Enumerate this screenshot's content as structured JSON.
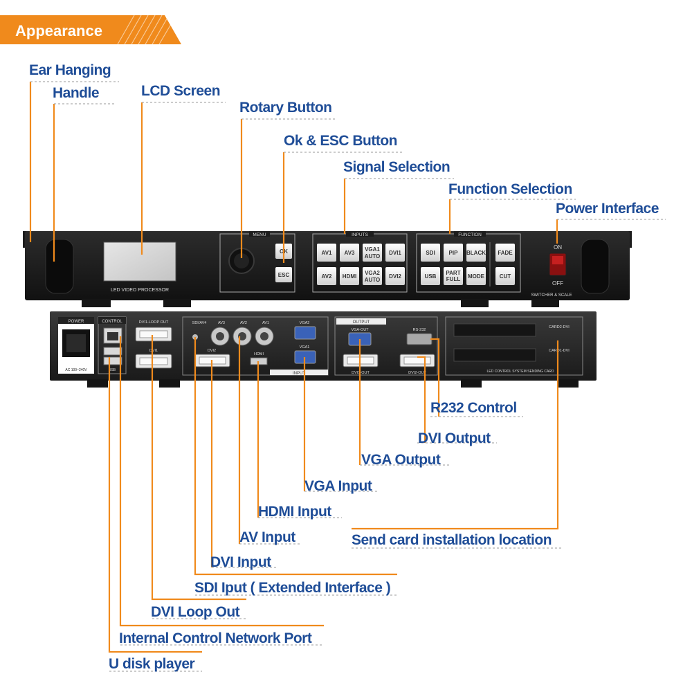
{
  "badge": {
    "title": "Appearance"
  },
  "callouts": {
    "ear_hanging": "Ear Hanging",
    "handle": "Handle",
    "lcd_screen": "LCD Screen",
    "rotary_button": "Rotary Button",
    "ok_esc": "Ok & ESC Button",
    "signal_selection": "Signal Selection",
    "function_selection": "Function Selection",
    "power_interface": "Power Interface",
    "r232_control": "R232 Control",
    "dvi_output": "DVI Output",
    "vga_output": "VGA Output",
    "vga_input": "VGA Input",
    "hdmi_input": "HDMI Input",
    "av_input": "AV Input",
    "send_card": "Send card installation location",
    "dvi_input": "DVI Input",
    "sdi_input": "SDI Iput ( Extended Interface )",
    "dvi_loop_out": "DVI Loop Out",
    "network_port": "Internal Control Network Port",
    "u_disk": "U disk player"
  },
  "front_panel": {
    "device_label": "LED VIDEO PROCESSOR",
    "menu_label": "MENU",
    "inputs_label": "INPUTS",
    "function_label": "FUNCTION",
    "switcher_label": "SWITCHER & SCALE",
    "on_label": "ON",
    "off_label": "OFF",
    "buttons": {
      "ok": "OK",
      "esc": "ESC",
      "av1": "AV1",
      "av3": "AV3",
      "vga1": "VGA1",
      "vga1_sub": "AUTO",
      "dvi1": "DVI1",
      "av2": "AV2",
      "hdmi": "HDMI",
      "vga2": "VGA2",
      "vga2_sub": "AUTO",
      "dvi2": "DVI2",
      "sdi": "SDI",
      "pip": "PIP",
      "black": "BLACK",
      "usb": "USB",
      "part": "PART",
      "full": "FULL",
      "mode": "MODE",
      "fade": "FADE",
      "cut": "CUT"
    }
  },
  "rear_panel": {
    "power": "POWER",
    "control": "CONTROL",
    "ac": "AC 100~240V",
    "usb": "USB",
    "dvi1_loop_out": "DVI1-LOOP OUT",
    "dvi1": "DVI1",
    "sdi_av4": "SDI/AV4",
    "av3": "AV3",
    "av2": "AV2",
    "av1": "AV1",
    "dvi2": "DVI2",
    "hdmi": "HDMI",
    "vga2": "VGA2",
    "vga1": "VGA1",
    "input": "INPUT",
    "output": "OUTPUT",
    "vga_out": "VGA-OUT",
    "dvi1_out": "DVI1-OUT",
    "dvi2_out": "DVI2-OUT",
    "rs232": "RS-232",
    "card2_dvi": "CARD2-DVI",
    "card1_dvi": "CARD1-DVI",
    "send_card_label": "LED CONTROL SYSTEM SENDING CARD"
  },
  "colors": {
    "accent": "#f08a1c",
    "label": "#1f4d97"
  }
}
